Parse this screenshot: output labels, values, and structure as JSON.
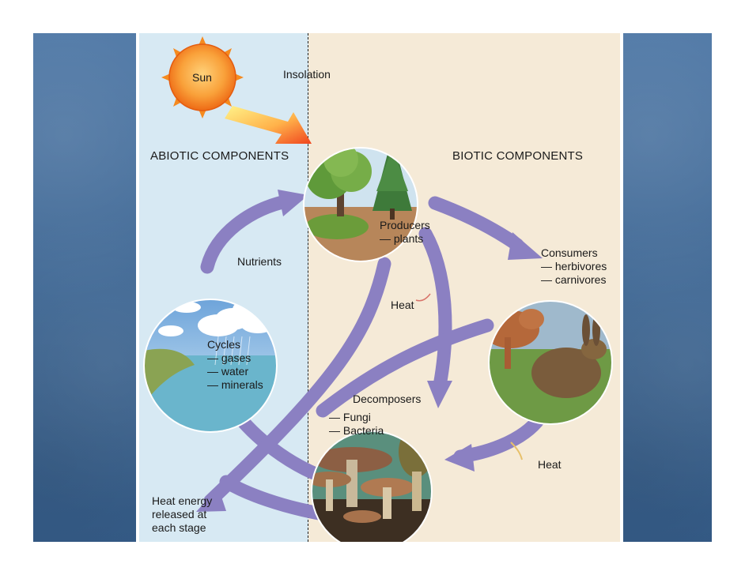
{
  "labels": {
    "sun": "Sun",
    "insolation": "Insolation",
    "abiotic": "ABIOTIC COMPONENTS",
    "biotic": "BIOTIC COMPONENTS",
    "producers": "Producers",
    "producers_sub": "— plants",
    "consumers": "Consumers",
    "consumers_sub1": "— herbivores",
    "consumers_sub2": "— carnivores",
    "nutrients": "Nutrients",
    "heat_center": "Heat",
    "heat_right": "Heat",
    "cycles": "Cycles",
    "cycles_sub1": "— gases",
    "cycles_sub2": "— water",
    "cycles_sub3": "— minerals",
    "decomposers": "Decomposers",
    "decomposers_sub1": "— Fungi",
    "decomposers_sub2": "— Bacteria",
    "heat_energy_1": "Heat energy",
    "heat_energy_2": "released at",
    "heat_energy_3": "each stage"
  },
  "colors": {
    "abiotic_bg": "#d7e9f3",
    "biotic_bg": "#f5ead7",
    "arrow_purple": "#8a7fc1",
    "side_panel_blue": "#3f6793",
    "sun": "#f7931e"
  },
  "icons": {
    "sun": "sun-icon",
    "producers": "trees-icon",
    "consumers": "cougar-rabbit-icon",
    "cycles": "clouds-rain-coast-icon",
    "decomposers": "mushrooms-icon"
  }
}
